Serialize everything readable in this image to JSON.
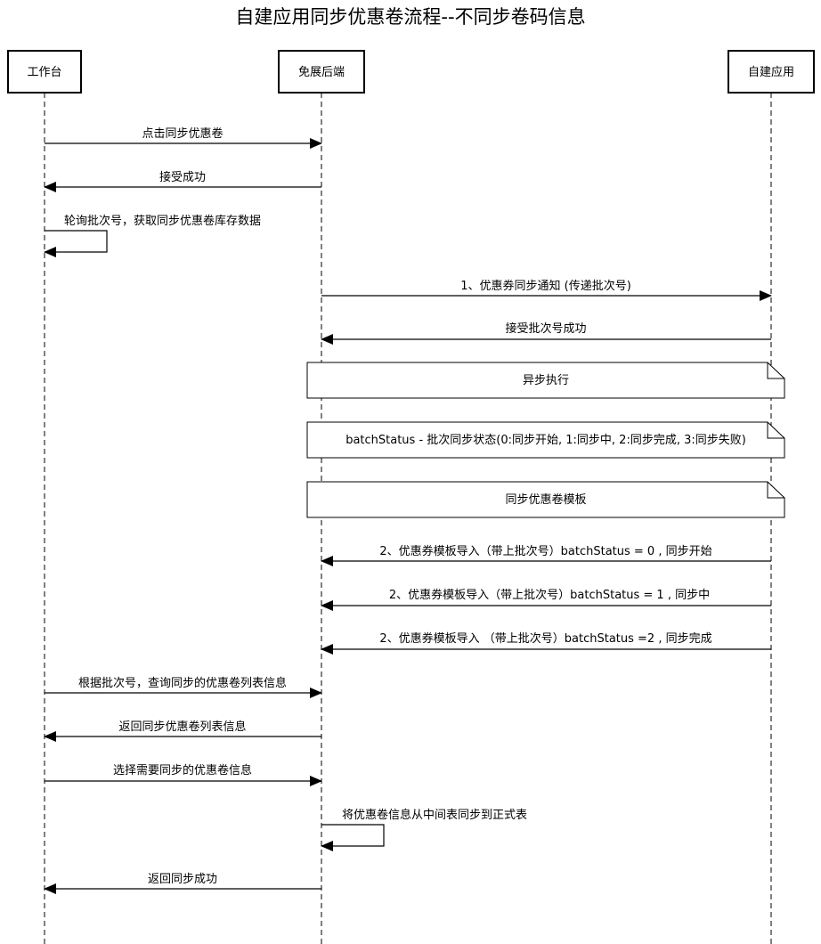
{
  "title": "自建应用同步优惠卷流程--不同步卷码信息",
  "actors": [
    {
      "id": "workbench",
      "label": "工作台"
    },
    {
      "id": "backend",
      "label": "免展后端"
    },
    {
      "id": "app",
      "label": "自建应用"
    }
  ],
  "messages": [
    {
      "from": "workbench",
      "to": "backend",
      "label": "点击同步优惠卷"
    },
    {
      "from": "backend",
      "to": "workbench",
      "label": "接受成功"
    },
    {
      "from": "workbench",
      "to": "workbench",
      "label": "轮询批次号，获取同步优惠卷库存数据"
    },
    {
      "from": "backend",
      "to": "app",
      "label": "1、优惠券同步通知 (传递批次号)"
    },
    {
      "from": "app",
      "to": "backend",
      "label": "接受批次号成功"
    },
    {
      "from": "app",
      "to": "backend",
      "label": "2、优惠券模板导入（带上批次号）batchStatus = 0 , 同步开始"
    },
    {
      "from": "app",
      "to": "backend",
      "label": "2、优惠券模板导入（带上批次号）batchStatus = 1 , 同步中"
    },
    {
      "from": "app",
      "to": "backend",
      "label": "2、优惠券模板导入 （带上批次号）batchStatus =2 , 同步完成"
    },
    {
      "from": "workbench",
      "to": "backend",
      "label": "根据批次号，查询同步的优惠卷列表信息"
    },
    {
      "from": "backend",
      "to": "workbench",
      "label": "返回同步优惠卷列表信息"
    },
    {
      "from": "workbench",
      "to": "backend",
      "label": "选择需要同步的优惠卷信息"
    },
    {
      "from": "backend",
      "to": "backend",
      "label": "将优惠卷信息从中间表同步到正式表"
    },
    {
      "from": "backend",
      "to": "workbench",
      "label": "返回同步成功"
    }
  ],
  "notes": [
    {
      "label": "异步执行"
    },
    {
      "label": "batchStatus - 批次同步状态(0:同步开始, 1:同步中, 2:同步完成, 3:同步失败)"
    },
    {
      "label": "同步优惠卷模板"
    }
  ]
}
